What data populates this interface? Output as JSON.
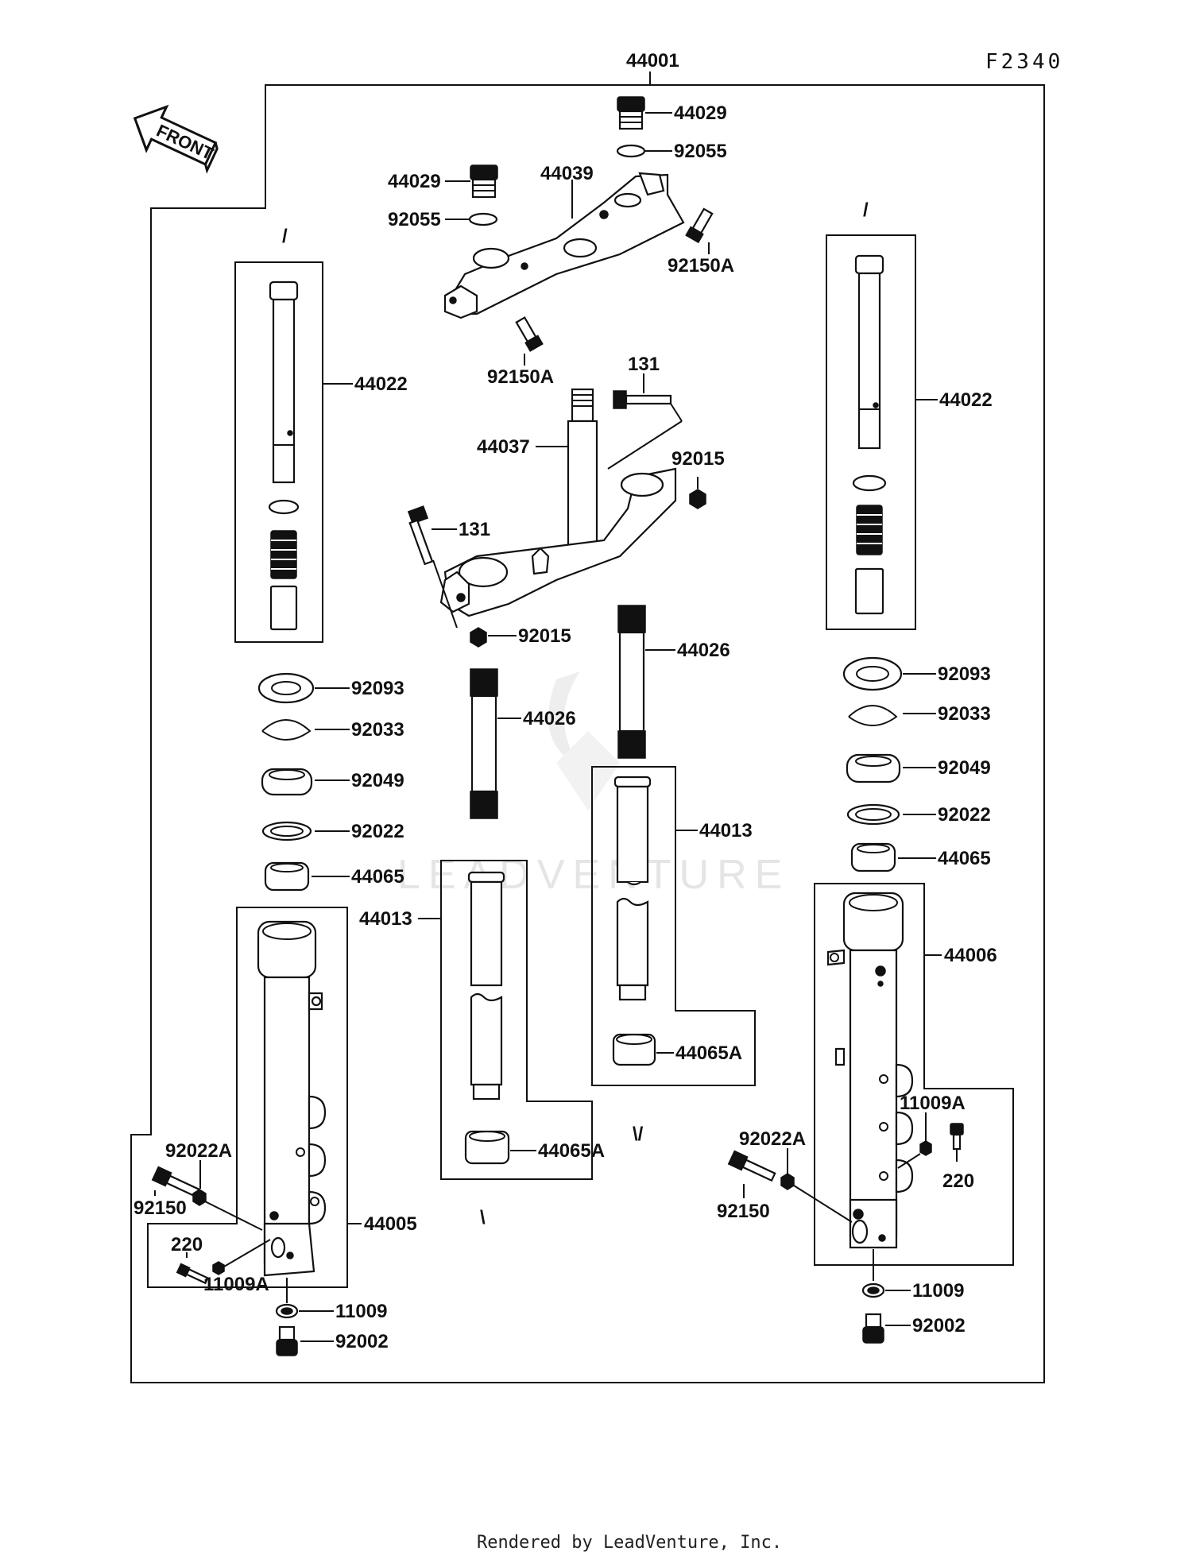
{
  "diagram": {
    "code": "F2340",
    "front_label": "FRONT",
    "watermark": "LEADVENTURE",
    "footer": "Rendered by LeadVenture, Inc.",
    "labels": {
      "assy": "44001",
      "cap_top": "44029",
      "oring_top": "92055",
      "cap_left": "44029",
      "oring_left": "92055",
      "upper_bracket": "44039",
      "bolt_upper_r": "92150A",
      "bolt_upper_l": "92150A",
      "stem_bolt": "131",
      "stem": "44037",
      "nut_r": "92015",
      "clamp_bolt": "131",
      "nut_l": "92015",
      "fork_tube_l": "44022",
      "fork_tube_r": "44022",
      "spring_c": "44026",
      "spring_l": "44026",
      "seal_l": "92093",
      "circlip_l": "92033",
      "washer_l": "92049",
      "ring_l": "92022",
      "bushing_l": "44065",
      "seal_r": "92093",
      "circlip_r": "92033",
      "washer_r": "92049",
      "ring_r": "92022",
      "bushing_r": "44065",
      "cylinder_c": "44013",
      "cylinder_l": "44013",
      "piece_c": "44065A",
      "piece_l": "44065A",
      "outer_tube_r": "44006",
      "outer_tube_l": "44005",
      "gasket_rb": "11009A",
      "screw_rb": "220",
      "washer_rb": "92022A",
      "bolt_rb": "92150",
      "gasket_rbot": "11009",
      "drain_r": "92002",
      "washer_lb": "92022A",
      "bolt_lb": "92150",
      "screw_lb": "220",
      "gasket_lb": "11009A",
      "gasket_lbot": "11009",
      "drain_l": "92002"
    }
  }
}
